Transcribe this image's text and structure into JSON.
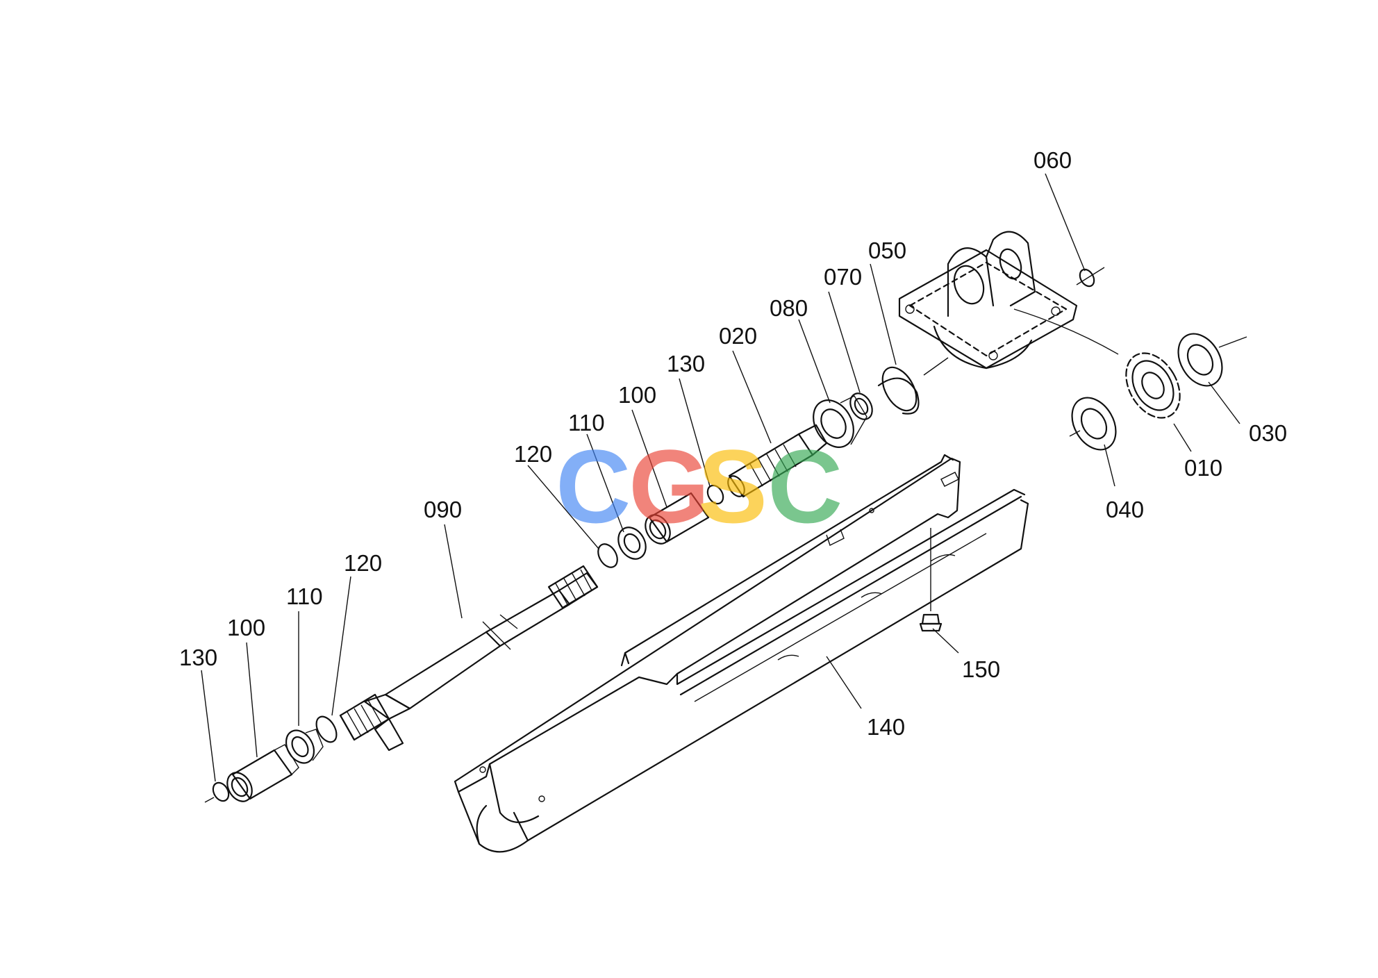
{
  "watermark": {
    "letters": [
      {
        "char": "C",
        "color": "#4285F4"
      },
      {
        "char": "G",
        "color": "#EA4335"
      },
      {
        "char": "S",
        "color": "#FBBC05"
      },
      {
        "char": "C",
        "color": "#34A853"
      }
    ]
  },
  "labels": {
    "p010": "010",
    "p020": "020",
    "p030": "030",
    "p040": "040",
    "p050": "050",
    "p060": "060",
    "p070": "070",
    "p080": "080",
    "p090": "090",
    "p100a": "100",
    "p100b": "100",
    "p110a": "110",
    "p110b": "110",
    "p120a": "120",
    "p120b": "120",
    "p130a": "130",
    "p130b": "130",
    "p140": "140",
    "p150": "150"
  }
}
